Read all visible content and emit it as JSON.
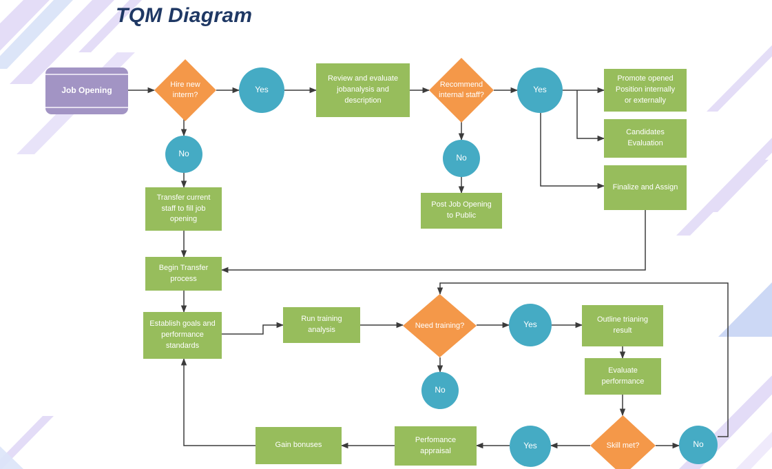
{
  "title": "TQM Diagram",
  "theme": {
    "process_green": "#97bd5c",
    "decision_orange": "#f49849",
    "connector_teal": "#45abc4",
    "terminator_purple": "#a294c4",
    "title_navy": "#1f3864",
    "edge_stroke": "#3b3b3b",
    "node_label": "#ffffff",
    "deco_lavender": "#e3dcf7",
    "deco_blue": "#ccd8f5",
    "background": "#ffffff"
  },
  "nodes": {
    "job_opening": "Job Opening",
    "hire_new_intern": "Hire new\ninterm?",
    "hire_yes": "Yes",
    "hire_no": "No",
    "review_evaluate": "Review and evaluate\njobanalysis and\ndescription",
    "recommend_internal": "Recommend\ninternal staff?",
    "recommend_yes": "Yes",
    "recommend_no": "No",
    "promote_position": "Promote opened\nPosition internally\nor externally",
    "candidates_evaluation": "Candidates\nEvaluation",
    "finalize_assign": "Finalize and Assign",
    "post_job_public": "Post Job Opening\nto Public",
    "transfer_staff": "Transfer current\nstaff to fill job\nopening",
    "begin_transfer": "Begin Transfer\nprocess",
    "establish_goals": "Establish goals and\nperformance\nstandards",
    "run_training_analysis": "Run training\nanalysis",
    "need_training": "Need training?",
    "training_yes": "Yes",
    "training_no": "No",
    "outline_training_result": "Outline trianing\nresult",
    "evaluate_performance": "Evaluate\nperformance",
    "skill_met": "Skill met?",
    "skill_yes": "Yes",
    "skill_no": "No",
    "performance_appraisal": "Perfomance\nappraisal",
    "gain_bonuses": "Gain bonuses"
  },
  "flow": {
    "type": "flowchart",
    "orientation": "left-to-right",
    "edges": [
      {
        "from": "job_opening",
        "to": "hire_new_intern"
      },
      {
        "from": "hire_new_intern",
        "to": "hire_yes",
        "label": "Yes"
      },
      {
        "from": "hire_new_intern",
        "to": "hire_no",
        "label": "No"
      },
      {
        "from": "hire_yes",
        "to": "review_evaluate"
      },
      {
        "from": "review_evaluate",
        "to": "recommend_internal"
      },
      {
        "from": "recommend_internal",
        "to": "recommend_yes",
        "label": "Yes"
      },
      {
        "from": "recommend_internal",
        "to": "recommend_no",
        "label": "No"
      },
      {
        "from": "recommend_yes",
        "to": "promote_position"
      },
      {
        "from": "recommend_yes",
        "to": "candidates_evaluation"
      },
      {
        "from": "recommend_yes",
        "to": "finalize_assign"
      },
      {
        "from": "recommend_no",
        "to": "post_job_public"
      },
      {
        "from": "hire_no",
        "to": "transfer_staff"
      },
      {
        "from": "transfer_staff",
        "to": "begin_transfer"
      },
      {
        "from": "finalize_assign",
        "to": "begin_transfer"
      },
      {
        "from": "begin_transfer",
        "to": "establish_goals"
      },
      {
        "from": "establish_goals",
        "to": "run_training_analysis"
      },
      {
        "from": "run_training_analysis",
        "to": "need_training"
      },
      {
        "from": "need_training",
        "to": "training_yes",
        "label": "Yes"
      },
      {
        "from": "need_training",
        "to": "training_no",
        "label": "No"
      },
      {
        "from": "training_yes",
        "to": "outline_training_result"
      },
      {
        "from": "outline_training_result",
        "to": "evaluate_performance"
      },
      {
        "from": "evaluate_performance",
        "to": "skill_met"
      },
      {
        "from": "skill_met",
        "to": "skill_yes",
        "label": "Yes"
      },
      {
        "from": "skill_met",
        "to": "skill_no",
        "label": "No"
      },
      {
        "from": "skill_yes",
        "to": "performance_appraisal"
      },
      {
        "from": "performance_appraisal",
        "to": "gain_bonuses"
      },
      {
        "from": "gain_bonuses",
        "to": "establish_goals"
      },
      {
        "from": "skill_no",
        "to": "need_training"
      }
    ]
  }
}
